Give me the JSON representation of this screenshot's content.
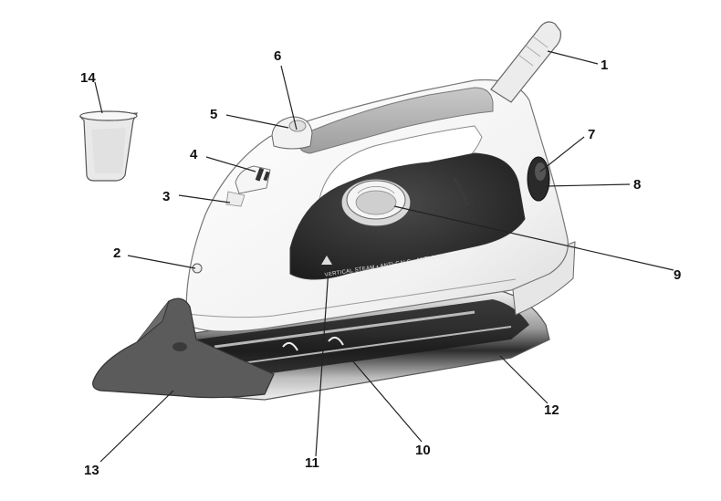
{
  "soleplate_print": {
    "line": "VERTICAL STEAM  •  ANTI-CALC  •  ANTI-DRIP",
    "side_label": "ANTI-CALC"
  },
  "callouts": [
    {
      "id": "1",
      "label": "1"
    },
    {
      "id": "2",
      "label": "2"
    },
    {
      "id": "3",
      "label": "3"
    },
    {
      "id": "4",
      "label": "4"
    },
    {
      "id": "5",
      "label": "5"
    },
    {
      "id": "6",
      "label": "6"
    },
    {
      "id": "7",
      "label": "7"
    },
    {
      "id": "8",
      "label": "8"
    },
    {
      "id": "9",
      "label": "9"
    },
    {
      "id": "10",
      "label": "10"
    },
    {
      "id": "11",
      "label": "11"
    },
    {
      "id": "12",
      "label": "12"
    },
    {
      "id": "13",
      "label": "13"
    },
    {
      "id": "14",
      "label": "14"
    }
  ]
}
